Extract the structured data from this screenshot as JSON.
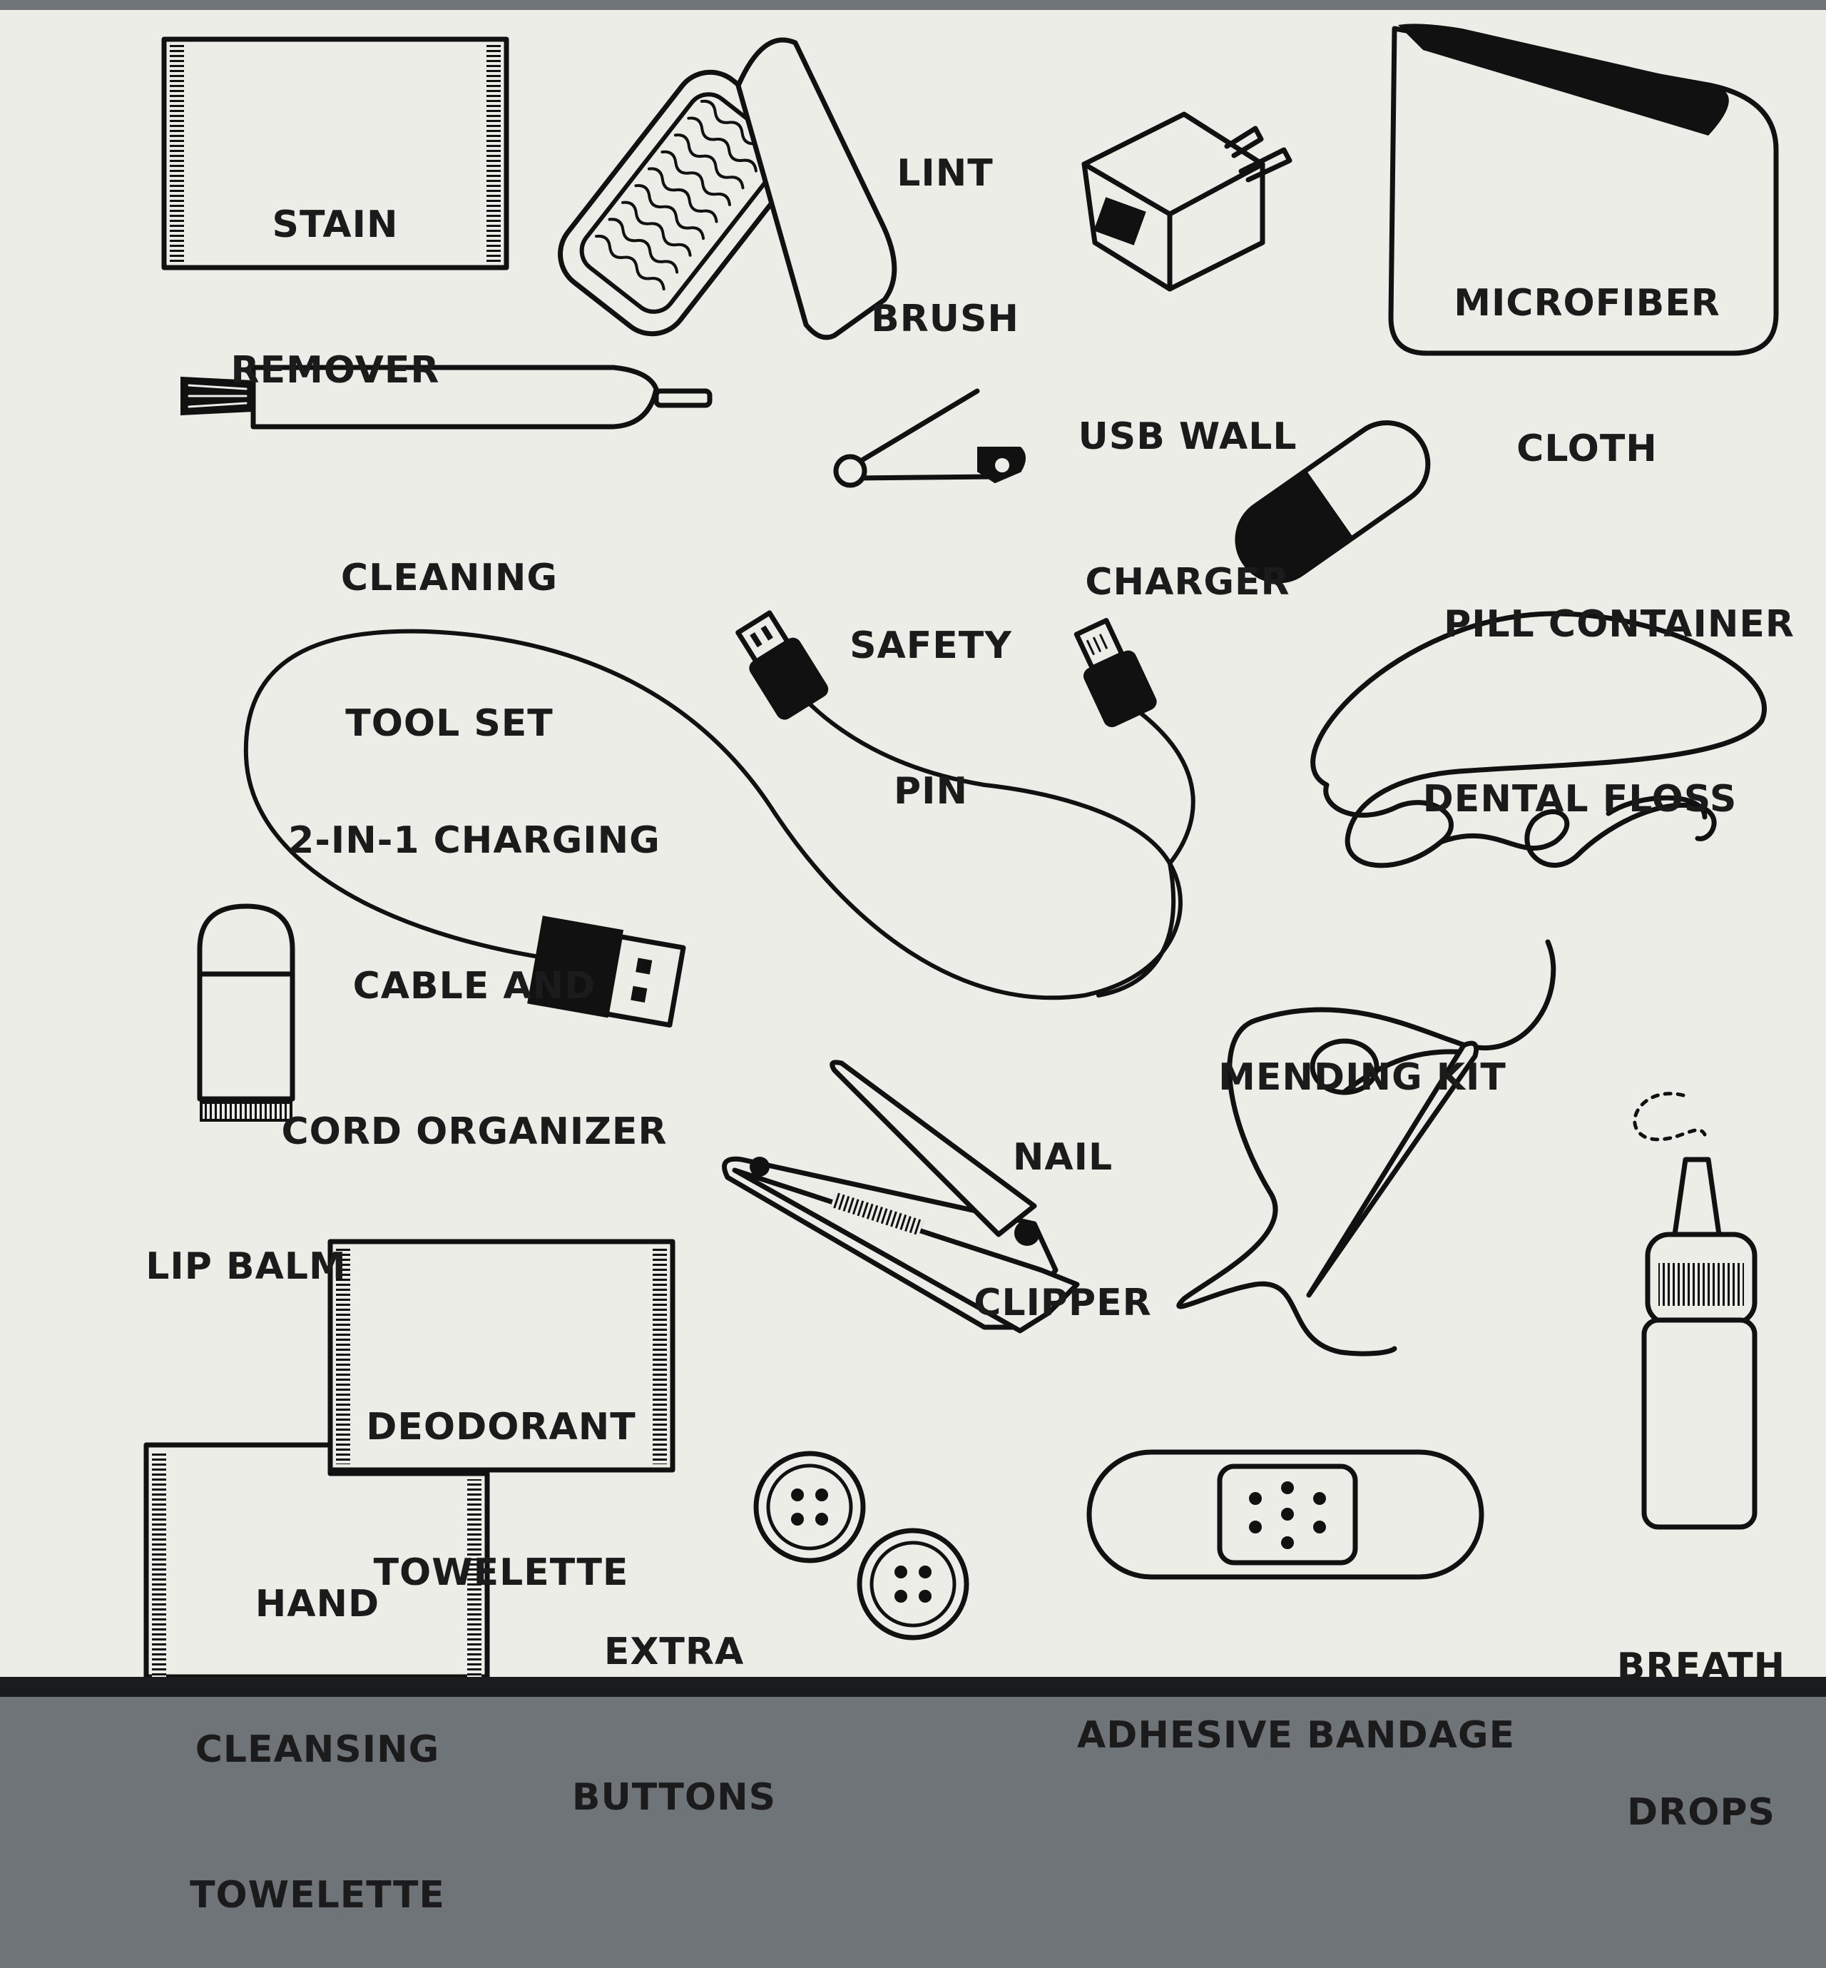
{
  "colors": {
    "paper": "#ecede7",
    "ink": "#111111",
    "backdrop": "#6f7478"
  },
  "items": {
    "stain_remover": [
      "STAIN",
      "REMOVER"
    ],
    "lint_brush": [
      "LINT",
      "BRUSH"
    ],
    "usb_wall_charger": [
      "USB WALL",
      "CHARGER"
    ],
    "microfiber_cloth": [
      "MICROFIBER",
      "CLOTH"
    ],
    "cleaning_tool_set": [
      "CLEANING",
      "TOOL SET"
    ],
    "safety_pin": [
      "SAFETY",
      "PIN"
    ],
    "pill_container": [
      "PILL CONTAINER"
    ],
    "charging_cable": [
      "2-IN-1 CHARGING",
      "CABLE AND",
      "CORD ORGANIZER"
    ],
    "dental_floss": [
      "DENTAL FLOSS"
    ],
    "lip_balm": [
      "LIP BALM"
    ],
    "mending_kit": [
      "MENDING KIT"
    ],
    "nail_clipper": [
      "NAIL",
      "CLIPPER"
    ],
    "deodorant_towelette": [
      "DEODORANT",
      "TOWELETTE"
    ],
    "hand_cleansing_towelette": [
      "HAND",
      "CLEANSING",
      "TOWELETTE"
    ],
    "extra_buttons": [
      "EXTRA",
      "BUTTONS"
    ],
    "adhesive_bandage": [
      "ADHESIVE BANDAGE"
    ],
    "breath_drops": [
      "BREATH",
      "DROPS"
    ]
  }
}
